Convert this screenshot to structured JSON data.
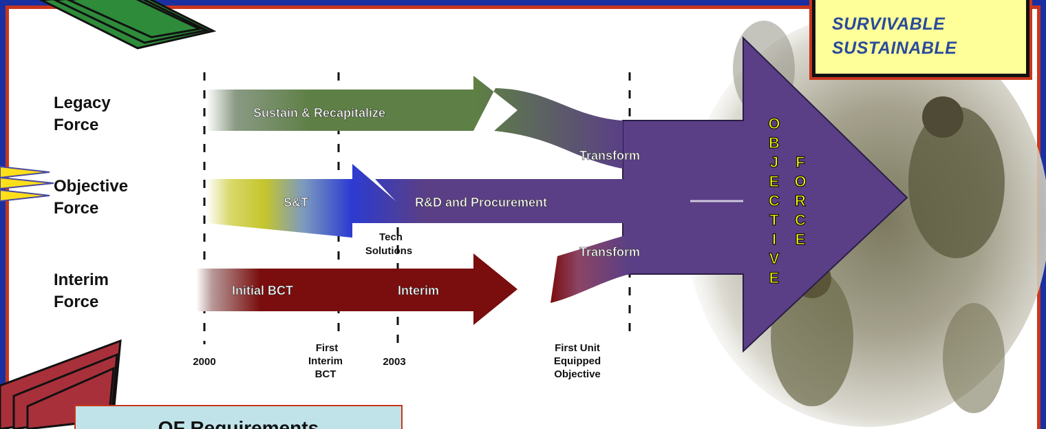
{
  "forces": {
    "legacy": {
      "line1": "Legacy",
      "line2": "Force"
    },
    "objective": {
      "line1": "Objective",
      "line2": "Force"
    },
    "interim": {
      "line1": "Interim",
      "line2": "Force"
    }
  },
  "arrows": {
    "sustain": "Sustain & Recapitalize",
    "st": "S&T",
    "rd": "R&D and Procurement",
    "initial_bct": "Initial BCT",
    "interim": "Interim",
    "transform_top": "Transform",
    "transform_bottom": "Transform",
    "tech_solutions_1": "Tech",
    "tech_solutions_2": "Solutions"
  },
  "timeline": {
    "y2000": "2000",
    "first_interim_1": "First",
    "first_interim_2": "Interim",
    "first_interim_3": "BCT",
    "y2003": "2003",
    "fue_1": "First Unit",
    "fue_2": "Equipped",
    "fue_3": "Objective"
  },
  "objective_force": {
    "word1": [
      "O",
      "B",
      "J",
      "E",
      "C",
      "T",
      "I",
      "V",
      "E"
    ],
    "word2": [
      "F",
      "O",
      "R",
      "C",
      "E"
    ]
  },
  "attributes": [
    "SURVIVABLE",
    "SUSTAINABLE"
  ],
  "requirements_box": "OF Requirements",
  "colors": {
    "border": "#c8361e",
    "background": "#1a2fa0",
    "legacy_arrow": "#5e7f45",
    "objective_arrow": "#5a3f86",
    "interim_arrow": "#7a0d0d",
    "objective_letters": "#ffff00",
    "attribute_box": "#ffff99",
    "requirements_box": "#bfe3e8"
  }
}
